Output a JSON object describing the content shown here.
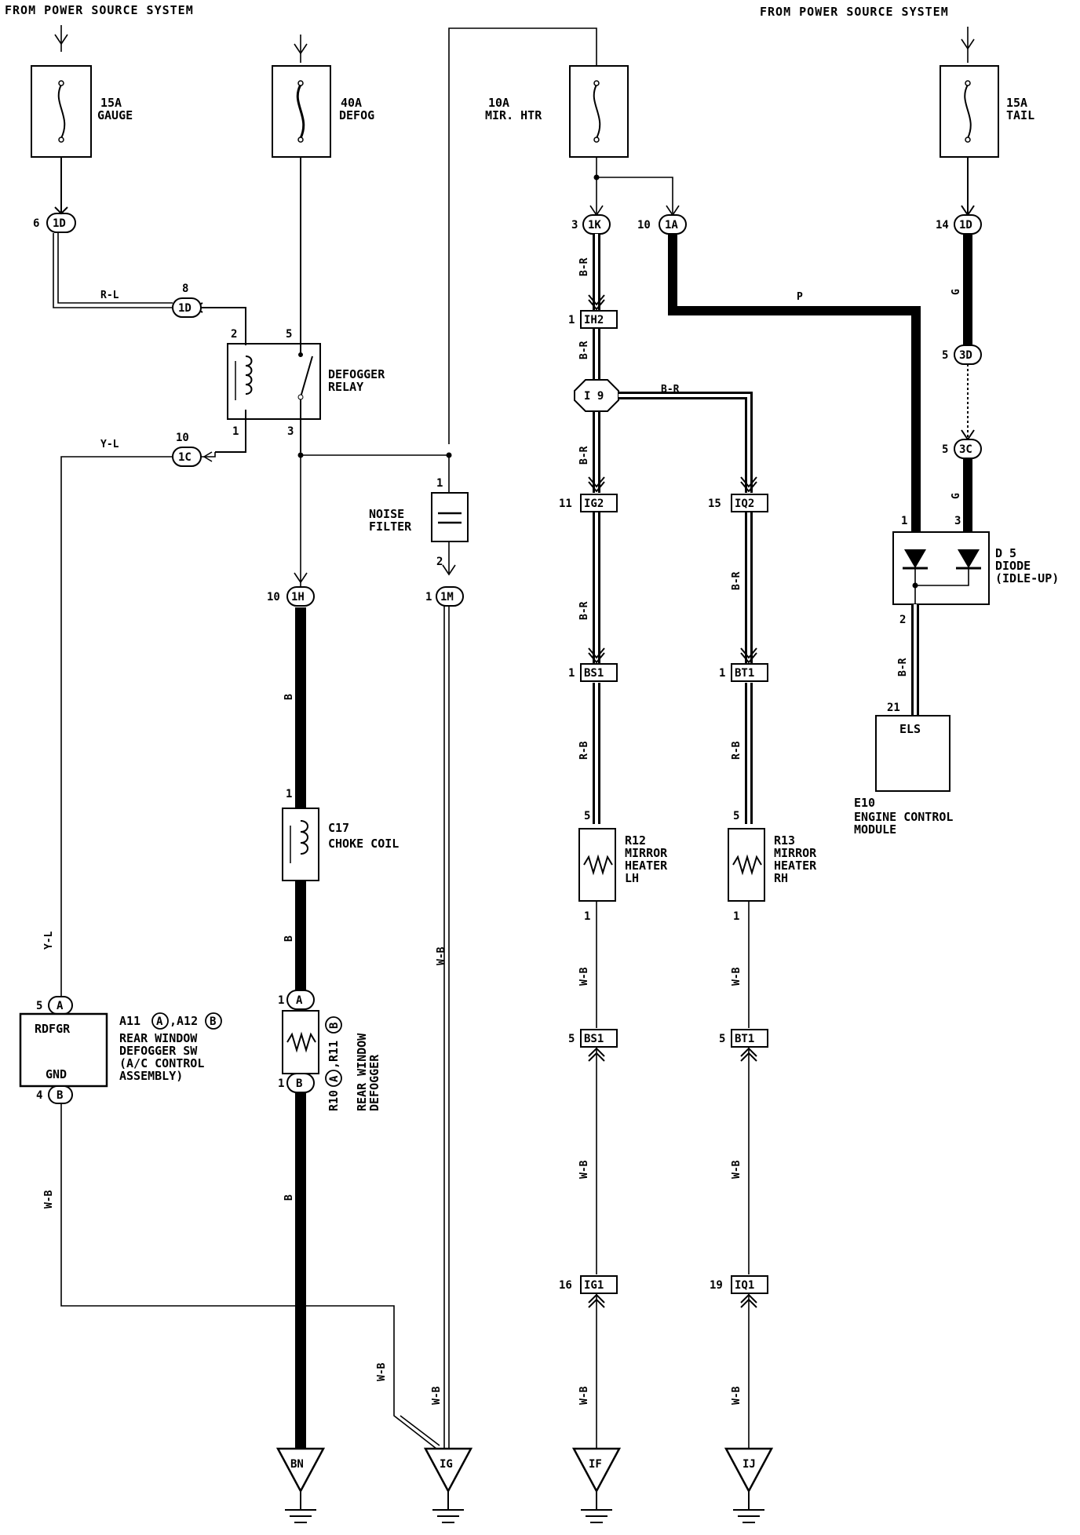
{
  "header": {
    "left": "FROM POWER SOURCE SYSTEM",
    "right": "FROM POWER SOURCE SYSTEM"
  },
  "fuses": [
    {
      "id": "fuse-gauge",
      "rating": "15A",
      "name": "GAUGE"
    },
    {
      "id": "fuse-defog",
      "rating": "40A",
      "name": "DEFOG"
    },
    {
      "id": "fuse-mir-htr",
      "rating": "10A",
      "name": "MIR. HTR"
    },
    {
      "id": "fuse-tail",
      "rating": "15A",
      "name": "TAIL"
    }
  ],
  "connectors": [
    {
      "pin": "6",
      "code": "1D"
    },
    {
      "pin": "8",
      "code": "1D"
    },
    {
      "pin": "10",
      "code": "1C"
    },
    {
      "pin": "10",
      "code": "1H"
    },
    {
      "pin": "1",
      "code": "1M"
    },
    {
      "pin": "3",
      "code": "1K"
    },
    {
      "pin": "10",
      "code": "1A"
    },
    {
      "pin": "14",
      "code": "1D"
    },
    {
      "pin": "5",
      "code": "3D"
    },
    {
      "pin": "5",
      "code": "3C"
    },
    {
      "pin": "5",
      "code": "A"
    },
    {
      "pin": "4",
      "code": "B"
    },
    {
      "pin": "1",
      "code": "A"
    },
    {
      "pin": "1",
      "code": "B"
    }
  ],
  "junctions": [
    {
      "pin": "1",
      "code": "IH2"
    },
    {
      "pin": "11",
      "code": "IG2"
    },
    {
      "pin": "15",
      "code": "IQ2"
    },
    {
      "pin": "1",
      "code": "BS1"
    },
    {
      "pin": "1",
      "code": "BT1"
    },
    {
      "pin": "5",
      "code": "BS1"
    },
    {
      "pin": "5",
      "code": "BT1"
    },
    {
      "pin": "16",
      "code": "IG1"
    },
    {
      "pin": "19",
      "code": "IQ1"
    }
  ],
  "splice": {
    "label": "I 9"
  },
  "relay": {
    "name": [
      "DEFOGGER",
      "RELAY"
    ],
    "pins": [
      "2",
      "5",
      "1",
      "3"
    ]
  },
  "noise_filter": {
    "name": [
      "NOISE",
      "FILTER"
    ],
    "pins": [
      "1",
      "2"
    ]
  },
  "choke_coil": {
    "code": "C17",
    "name": "CHOKE COIL",
    "pin": "1"
  },
  "defogger_sw": {
    "code": "A11",
    "code_a": "A",
    "code2": ",A12",
    "code_b": "B",
    "terminals": [
      "RDFGR",
      "GND"
    ],
    "name": [
      "REAR WINDOW",
      "DEFOGGER SW",
      "(A/C CONTROL",
      " ASSEMBLY)"
    ]
  },
  "rear_defogger": {
    "code1": "R10",
    "code_a": "A",
    "code2": ",R11",
    "code_b": "B",
    "name": [
      "REAR WINDOW",
      "DEFOGGER"
    ]
  },
  "mirror_lh": {
    "code": "R12",
    "name": [
      "MIRROR",
      "HEATER",
      "LH"
    ],
    "pins": [
      "5",
      "1"
    ]
  },
  "mirror_rh": {
    "code": "R13",
    "name": [
      "MIRROR",
      "HEATER",
      "RH"
    ],
    "pins": [
      "5",
      "1"
    ]
  },
  "diode": {
    "code": "D 5",
    "name": [
      "DIODE",
      "(IDLE-UP)"
    ],
    "pins": [
      "1",
      "3",
      "2"
    ]
  },
  "ecm": {
    "code": "E10",
    "terminal": "ELS",
    "pin": "21",
    "name": [
      "ENGINE CONTROL",
      "MODULE"
    ]
  },
  "wires": {
    "r_l": "R-L",
    "y_l": "Y-L",
    "b": "B",
    "w_b": "W-B",
    "b_r": "B-R",
    "r_b": "R-B",
    "p": "P",
    "g": "G"
  },
  "grounds": [
    "BN",
    "IG",
    "IF",
    "IJ"
  ]
}
